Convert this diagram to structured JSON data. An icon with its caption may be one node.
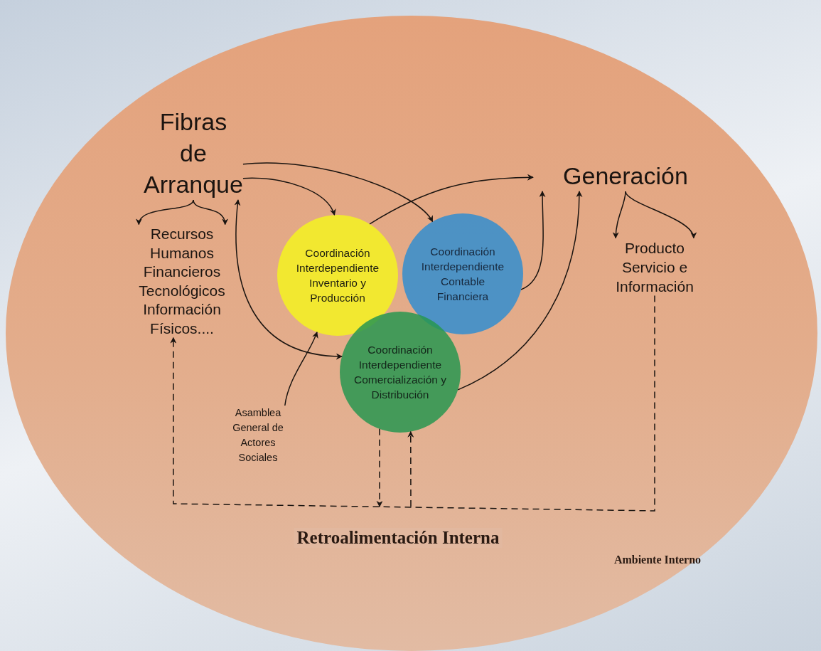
{
  "diagram": {
    "nodes": [
      {
        "text": [
          "Ambiente Interno"
        ]
      },
      {
        "text": [
          "Fibras de Arranque"
        ],
        "in": 0
      },
      {
        "text": [
          "Recursos Humanos Financieros Tecnológicos Información Físicos...."
        ],
        "in": 0
      },
      {
        "text": [
          "Generación"
        ],
        "in": 0
      },
      {
        "text": [
          "Producto Servicio e Información"
        ],
        "in": 0
      },
      {
        "text": [
          "Coordinación Interdependiente Inventario y Producción"
        ],
        "in": 0
      },
      {
        "text": [
          "Coordinación Interdependiente Contable Financiera"
        ],
        "in": 0
      },
      {
        "text": [
          "Coordinación Interdependiente Comercialización y Distribución"
        ],
        "in": 0
      },
      {
        "text": [
          "Asamblea General de Actores Sociales"
        ],
        "in": 0
      }
    ],
    "edges": [
      {
        "from": 1,
        "to": 2,
        "arrow": "to"
      },
      {
        "from": 1,
        "to": 2,
        "arrow": "to"
      },
      {
        "from": 1,
        "to": 6,
        "arrow": "to"
      },
      {
        "from": 1,
        "to": 5,
        "arrow": "to"
      },
      {
        "from": 1,
        "to": 7,
        "arrow": "both"
      },
      {
        "from": 5,
        "to": 3,
        "arrow": "to"
      },
      {
        "from": 6,
        "to": 3,
        "arrow": "to"
      },
      {
        "from": 7,
        "to": 3,
        "arrow": "to"
      },
      {
        "from": 8,
        "to": 5,
        "arrow": "to"
      },
      {
        "from": 3,
        "to": 4,
        "arrow": "to"
      },
      {
        "from": 3,
        "to": 4,
        "arrow": "to"
      },
      {
        "from": 4,
        "to": 2,
        "arrow": "to",
        "style": "dashed",
        "label": "Retroalimentación Interna"
      },
      {
        "from": 7,
        "to": null,
        "arrow": "to",
        "style": "dashed"
      },
      {
        "from": null,
        "to": 7,
        "arrow": "to",
        "style": "dashed"
      }
    ]
  }
}
